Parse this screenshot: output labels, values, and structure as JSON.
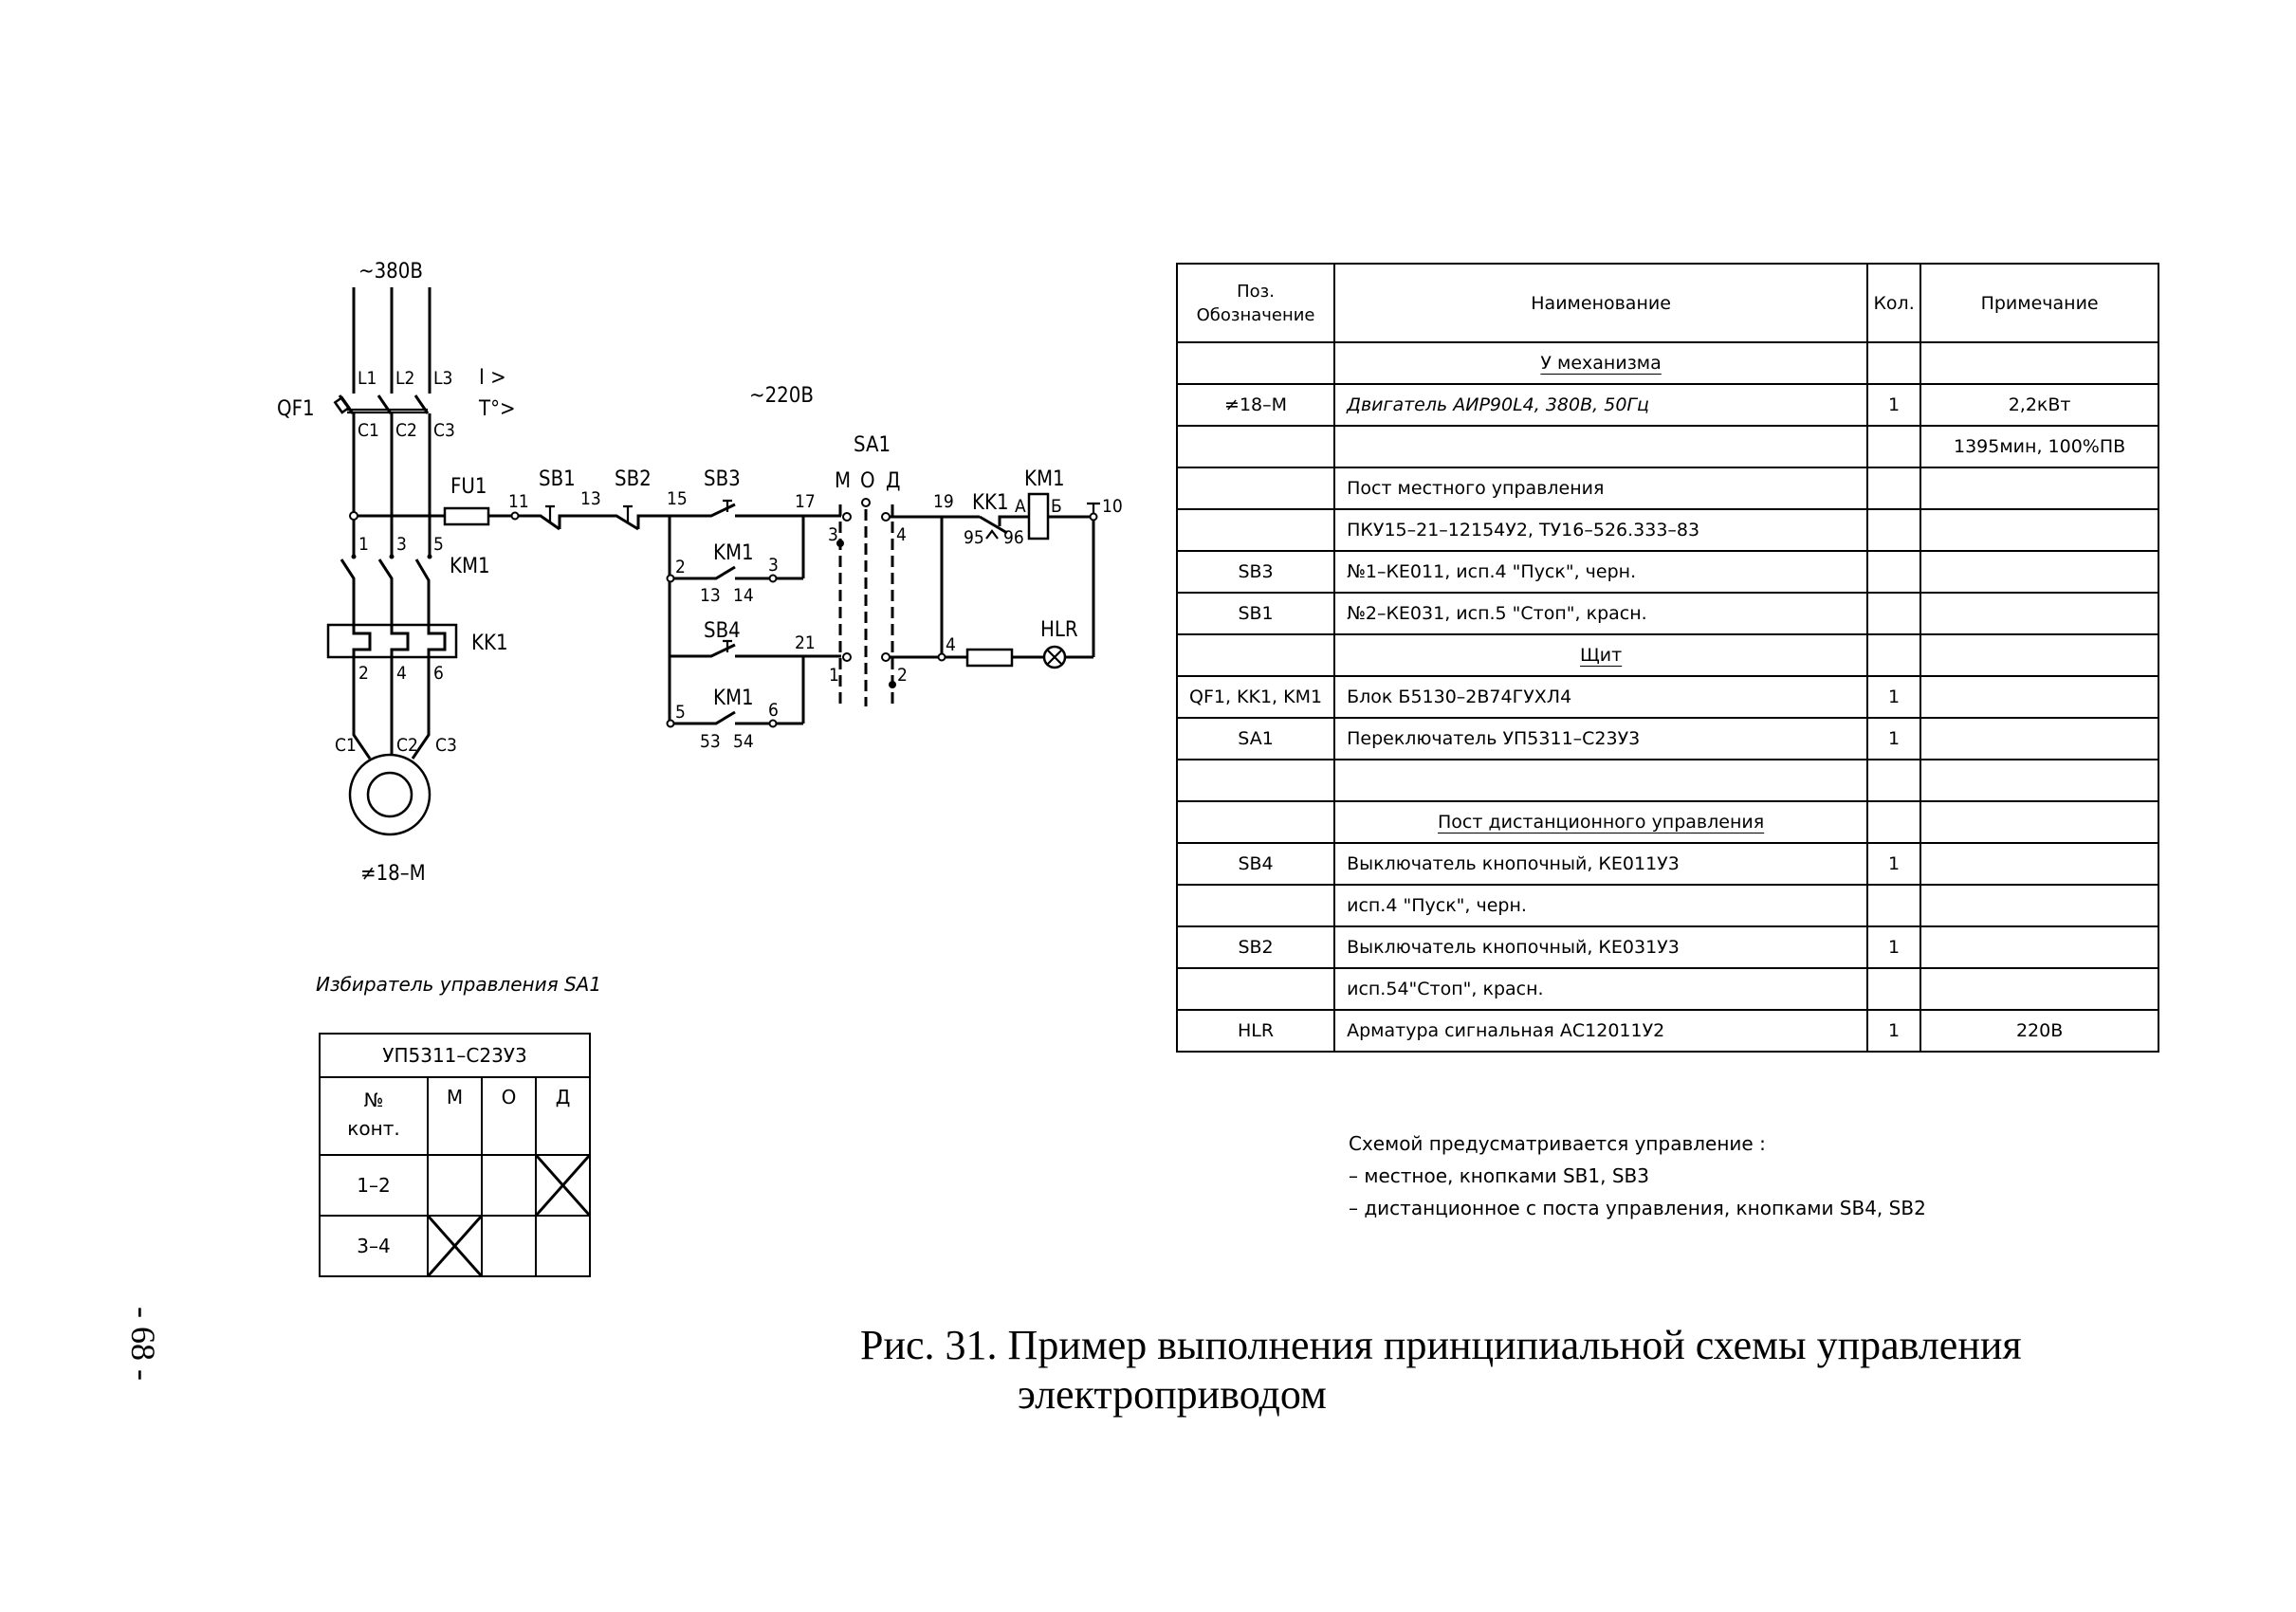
{
  "schematic": {
    "power": {
      "supply_label": "~380В",
      "phases": [
        "L1",
        "L2",
        "L3"
      ],
      "breaker": {
        "label": "QF1",
        "protection": [
          "I >",
          "T°>"
        ],
        "outputs": [
          "C1",
          "C2",
          "C3"
        ]
      },
      "fuse": "FU1",
      "contactor": {
        "label": "KM1",
        "terminals": [
          "1",
          "3",
          "5"
        ]
      },
      "relay": {
        "label": "KK1",
        "terminals": [
          "2",
          "4",
          "6"
        ]
      },
      "motor": {
        "terminals": [
          "C1",
          "C2",
          "C3"
        ],
        "label": "≠18–М"
      }
    },
    "control": {
      "supply_label": "~220В",
      "nodes": {
        "n11": "11",
        "n13": "13",
        "n15": "15",
        "n17": "17",
        "n19": "19",
        "n21": "21",
        "n10": "10"
      },
      "sb1": "SB1",
      "sb2": "SB2",
      "sb3": "SB3",
      "sb4": "SB4",
      "km1_aux1": {
        "label": "KM1",
        "left_node": "2",
        "right_node": "3",
        "contacts": [
          "13",
          "14"
        ]
      },
      "km1_aux2": {
        "label": "KM1",
        "left_node": "5",
        "right_node": "6",
        "contacts": [
          "53",
          "54"
        ]
      },
      "selector": {
        "label": "SA1",
        "positions": [
          "М",
          "О",
          "Д"
        ],
        "contacts": [
          "3",
          "4",
          "1",
          "2"
        ]
      },
      "kk1_contact": {
        "label": "KK1",
        "terminals": [
          "95",
          "96"
        ]
      },
      "km1_coil": {
        "label": "KM1",
        "terminals": [
          "А",
          "Б"
        ]
      },
      "lamp_node": "4",
      "lamp": "HLR"
    }
  },
  "spec_table": {
    "headers": [
      "Поз.\nОбозначение",
      "Наименование",
      "Кол.",
      "Примечание"
    ],
    "rows": [
      {
        "pos": "",
        "name": "У механизма",
        "qty": "",
        "note": "",
        "section": true
      },
      {
        "pos": "≠18–М",
        "name": "Двигатель АИР90L4, 380В, 50Гц",
        "qty": "1",
        "note": "2,2кВт",
        "italic": true
      },
      {
        "pos": "",
        "name": "",
        "qty": "",
        "note": "1395мин, 100%ПВ"
      },
      {
        "pos": "",
        "name": "Пост местного управления",
        "qty": "",
        "note": ""
      },
      {
        "pos": "",
        "name": "ПКУ15–21–12154У2, ТУ16–526.333–83",
        "qty": "",
        "note": ""
      },
      {
        "pos": "SB3",
        "name": "№1–КЕ011, исп.4 \"Пуск\", черн.",
        "qty": "",
        "note": ""
      },
      {
        "pos": "SB1",
        "name": "№2–КЕ031, исп.5 \"Стоп\", красн.",
        "qty": "",
        "note": ""
      },
      {
        "pos": "",
        "name": "Щит",
        "qty": "",
        "note": "",
        "section": true
      },
      {
        "pos": "QF1, KK1, KM1",
        "name": "Блок Б5130–2В74ГУХЛ4",
        "qty": "1",
        "note": ""
      },
      {
        "pos": "SA1",
        "name": "Переключатель УП5311–С23У3",
        "qty": "1",
        "note": ""
      },
      {
        "pos": "",
        "name": "",
        "qty": "",
        "note": ""
      },
      {
        "pos": "",
        "name": "Пост дистанционного управления",
        "qty": "",
        "note": "",
        "section": true
      },
      {
        "pos": "SB4",
        "name": "Выключатель кнопочный, КЕ011У3",
        "qty": "1",
        "note": ""
      },
      {
        "pos": "",
        "name": "исп.4 \"Пуск\", черн.",
        "qty": "",
        "note": ""
      },
      {
        "pos": "SB2",
        "name": "Выключатель кнопочный, КЕ031У3",
        "qty": "1",
        "note": ""
      },
      {
        "pos": "",
        "name": "исп.54\"Стоп\", красн.",
        "qty": "",
        "note": ""
      },
      {
        "pos": "HLR",
        "name": "Арматура сигнальная АС12011У2",
        "qty": "1",
        "note": "220В"
      }
    ]
  },
  "selector_table": {
    "label": "Избиратель управления SA1",
    "model": "УП5311–С23У3",
    "header": {
      "no": "№\nконт.",
      "positions": [
        "М",
        "О",
        "Д"
      ]
    },
    "rows": [
      {
        "contacts": "1–2",
        "closed": [
          false,
          false,
          true
        ]
      },
      {
        "contacts": "3–4",
        "closed": [
          true,
          false,
          false
        ]
      }
    ]
  },
  "notes": {
    "title": "Схемой предусматривается управление :",
    "items": [
      "–  местное, кнопками SB1, SB3",
      "–  дистанционное с поста управления, кнопками SB4, SB2"
    ]
  },
  "caption": {
    "line1": "Рис. 31. Пример выполнения принципиальной схемы управления",
    "line2": "электроприводом"
  },
  "page_number": "- 68 -"
}
